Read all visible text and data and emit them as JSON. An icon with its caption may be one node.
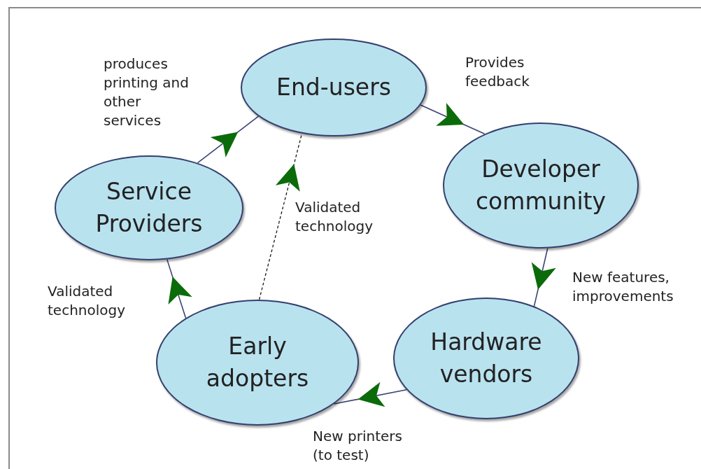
{
  "diagram": {
    "nodes": [
      {
        "text": [
          "End-users"
        ]
      },
      {
        "text": [
          "Developer community"
        ]
      },
      {
        "text": [
          "Service Providers"
        ]
      },
      {
        "text": [
          "Early adopters"
        ]
      },
      {
        "text": [
          "Hardware vendors"
        ]
      }
    ],
    "edges": [
      {
        "from": 0,
        "to": 1,
        "arrow": "to",
        "label": "Provides feedback"
      },
      {
        "from": 1,
        "to": 4,
        "arrow": "to",
        "label": "New features, improvements"
      },
      {
        "from": 4,
        "to": 3,
        "arrow": "to",
        "label": "New printers (to test)"
      },
      {
        "from": 3,
        "to": 2,
        "arrow": "to",
        "label": "Validated technology"
      },
      {
        "from": 3,
        "to": 0,
        "arrow": "to",
        "label": "Validated technology",
        "style": "dashed",
        "color": "#1a1a1a"
      },
      {
        "from": 2,
        "to": 0,
        "arrow": "to",
        "label": "produces printing and other services"
      }
    ]
  }
}
